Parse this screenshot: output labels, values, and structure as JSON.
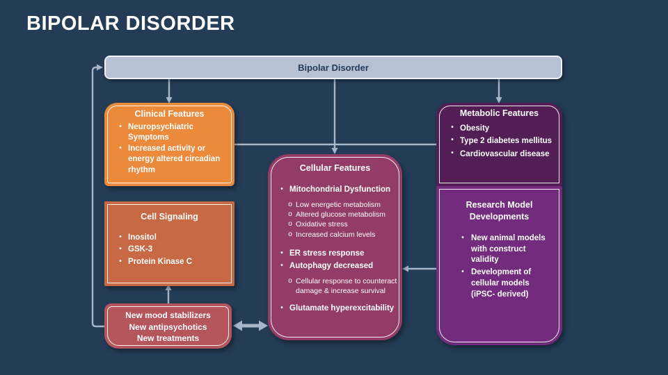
{
  "slide": {
    "title": "BIPOLAR DISORDER"
  },
  "root_node": {
    "label": "Bipolar Disorder"
  },
  "boxes": {
    "clinical": {
      "title": "Clinical Features",
      "bullets": [
        "Neuropsychiatric Symptoms",
        "Increased activity or energy altered circadian rhythm"
      ]
    },
    "cell_signaling": {
      "title": "Cell Signaling",
      "bullets": [
        "Inositol",
        "GSK-3",
        "Protein Kinase C"
      ]
    },
    "treatments": {
      "lines": [
        "New mood stabilizers",
        "New antipsychotics",
        "New treatments"
      ]
    },
    "cellular": {
      "title": "Cellular Features",
      "sections": [
        {
          "label": "Mitochondrial Dysfunction",
          "subs": [
            "Low energetic metabolism",
            "Altered glucose metabolism",
            "Oxidative stress",
            "Increased calcium levels"
          ]
        },
        {
          "label": "ER stress response",
          "subs": []
        },
        {
          "label": "Autophagy decreased",
          "subs": [
            "Cellular response to counteract damage & increase survival"
          ]
        },
        {
          "label": "Glutamate hyperexcitability",
          "subs": []
        }
      ]
    },
    "metabolic": {
      "title": "Metabolic Features",
      "bullets": [
        "Obesity",
        "Type 2 diabetes mellitus",
        "Cardiovascular disease"
      ]
    },
    "research": {
      "title": "Research Model Developments",
      "bullets": [
        "New animal models with construct validity",
        "Development of cellular models (iPSC- derived)"
      ]
    }
  },
  "connections": [
    {
      "from": "root",
      "to": "clinical",
      "type": "arrow"
    },
    {
      "from": "root",
      "to": "cellular",
      "type": "arrow"
    },
    {
      "from": "root",
      "to": "metabolic",
      "type": "arrow"
    },
    {
      "from": "clinical",
      "to": "metabolic",
      "type": "line"
    },
    {
      "from": "treatments",
      "to": "root",
      "type": "arrow"
    },
    {
      "from": "treatments",
      "to": "cell_signaling",
      "type": "arrow"
    },
    {
      "from": "treatments",
      "to": "cellular",
      "type": "double-arrow"
    },
    {
      "from": "research",
      "to": "cellular",
      "type": "arrow"
    }
  ],
  "colors": {
    "background": "#243C56",
    "root_fill": "#B7C1D3",
    "root_text": "#233B58",
    "connector": "#A8B6CA",
    "clinical_fill": "#EC8A3C",
    "cell_signaling_fill": "#C76945",
    "treatments_fill": "#B5565C",
    "cellular_fill": "#933C67",
    "metabolic_fill": "#531E55",
    "research_fill": "#732B7E",
    "text": "#FFFFFF"
  }
}
